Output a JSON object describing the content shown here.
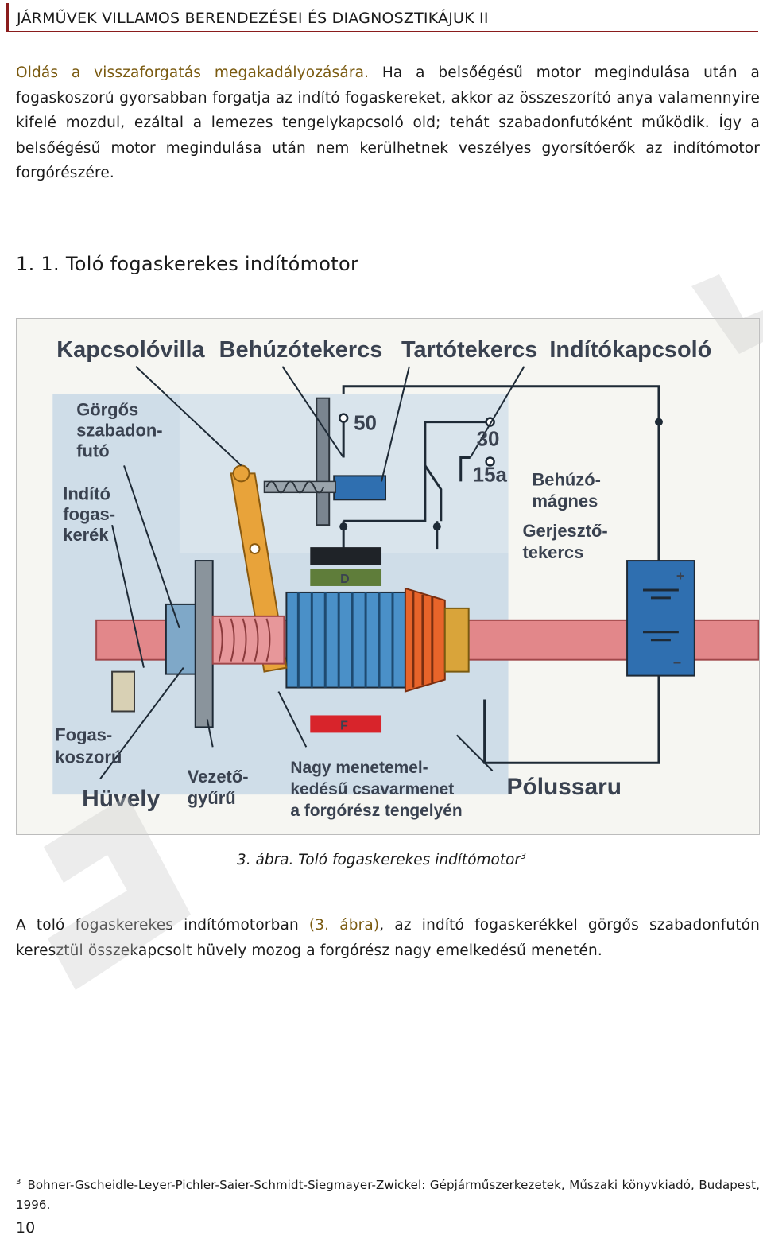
{
  "header": {
    "title": "JÁRMŰVEK VILLAMOS BERENDEZÉSEI ÉS DIAGNOSZTIKÁJUK II"
  },
  "para1": {
    "lead": "Oldás a visszaforgatás megakadályozására.",
    "text": " Ha a belsőégésű motor megindulása után a fogaskoszorú gyorsabban forgatja az indító fogaskereket, akkor az összeszorító anya valamennyire kifelé mozdul, ezáltal a lemezes tengelykapcsoló old; tehát szabadonfutóként működik. Így a belsőégésű motor megindulása után nem kerülhetnek veszélyes gyorsítóerők az indítómotor forgórészére."
  },
  "section_title": "1. 1. Toló fogaskerekes indítómotor",
  "figure": {
    "labels": {
      "kapcsolovilla": "Kapcsolóvilla",
      "behuzotekercs": "Behúzótekercs",
      "tartotekercs": "Tartótekercs",
      "inditokapcsolo": "Indítókapcsoló",
      "gorgos_1": "Görgős",
      "gorgos_2": "szabadon-",
      "gorgos_3": "futó",
      "indito_1": "Indító",
      "indito_2": "fogas-",
      "indito_3": "kerék",
      "t50": "50",
      "t30": "30",
      "t15a": "15a",
      "behuzo_1": "Behúzó-",
      "behuzo_2": "mágnes",
      "gerjeszto_1": "Gerjesztő-",
      "gerjeszto_2": "tekercs",
      "d": "D",
      "f": "F",
      "plus": "+",
      "minus": "−",
      "fogas_1": "Fogas-",
      "fogas_2": "koszorú",
      "huvely": "Hüvely",
      "vezeto_1": "Vezető-",
      "vezeto_2": "gyűrű",
      "nagy_1": "Nagy menetemel-",
      "nagy_2": "kedésű csavarmenet",
      "nagy_3": "a forgórész tengelyén",
      "polussaru": "Pólussaru"
    }
  },
  "caption": {
    "text": "3. ábra. Toló fogaskerekes indítómotor",
    "ref": "3"
  },
  "para2": {
    "pre": "A toló fogaskerekes indítómotorban ",
    "xref": "(3. ábra)",
    "post": ", az indító fogaskerékkel görgős szabadonfutón keresztül összekapcsolt hüvely mozog a forgórész nagy emelkedésű menetén."
  },
  "footnote": {
    "marker": "3",
    "text": "Bohner-Gscheidle-Leyer-Pichler-Saier-Schmidt-Siegmayer-Zwickel: Gépjárműszerkezetek, Műszaki könyvkiadó, Budapest, 1996."
  },
  "page_number": "10",
  "colors": {
    "header_rule": "#8a1c1c",
    "lead_text": "#7a5a10",
    "figure_bg": "#cfdde8",
    "rotor": "#e8642a",
    "armature": "#4a90c8",
    "lever": "#e8a33a"
  }
}
